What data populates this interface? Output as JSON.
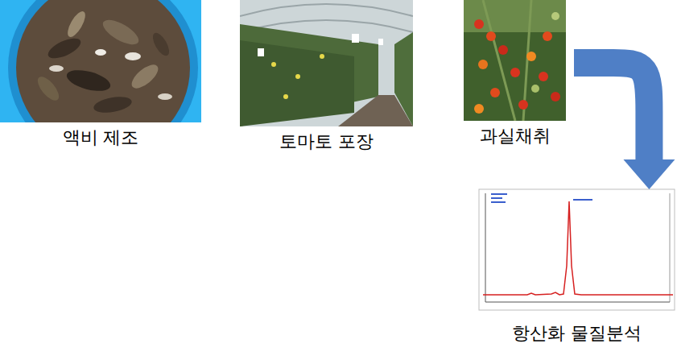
{
  "diagram": {
    "nodes": [
      {
        "text": [
          "액비 제조"
        ]
      },
      {
        "text": [
          "토마토 포장"
        ]
      },
      {
        "text": [
          "과실채취"
        ]
      },
      {
        "text": [
          "항산화 물질분석"
        ]
      }
    ],
    "edges": [
      {
        "from": 2,
        "to": 3,
        "arrow": "to"
      }
    ]
  }
}
